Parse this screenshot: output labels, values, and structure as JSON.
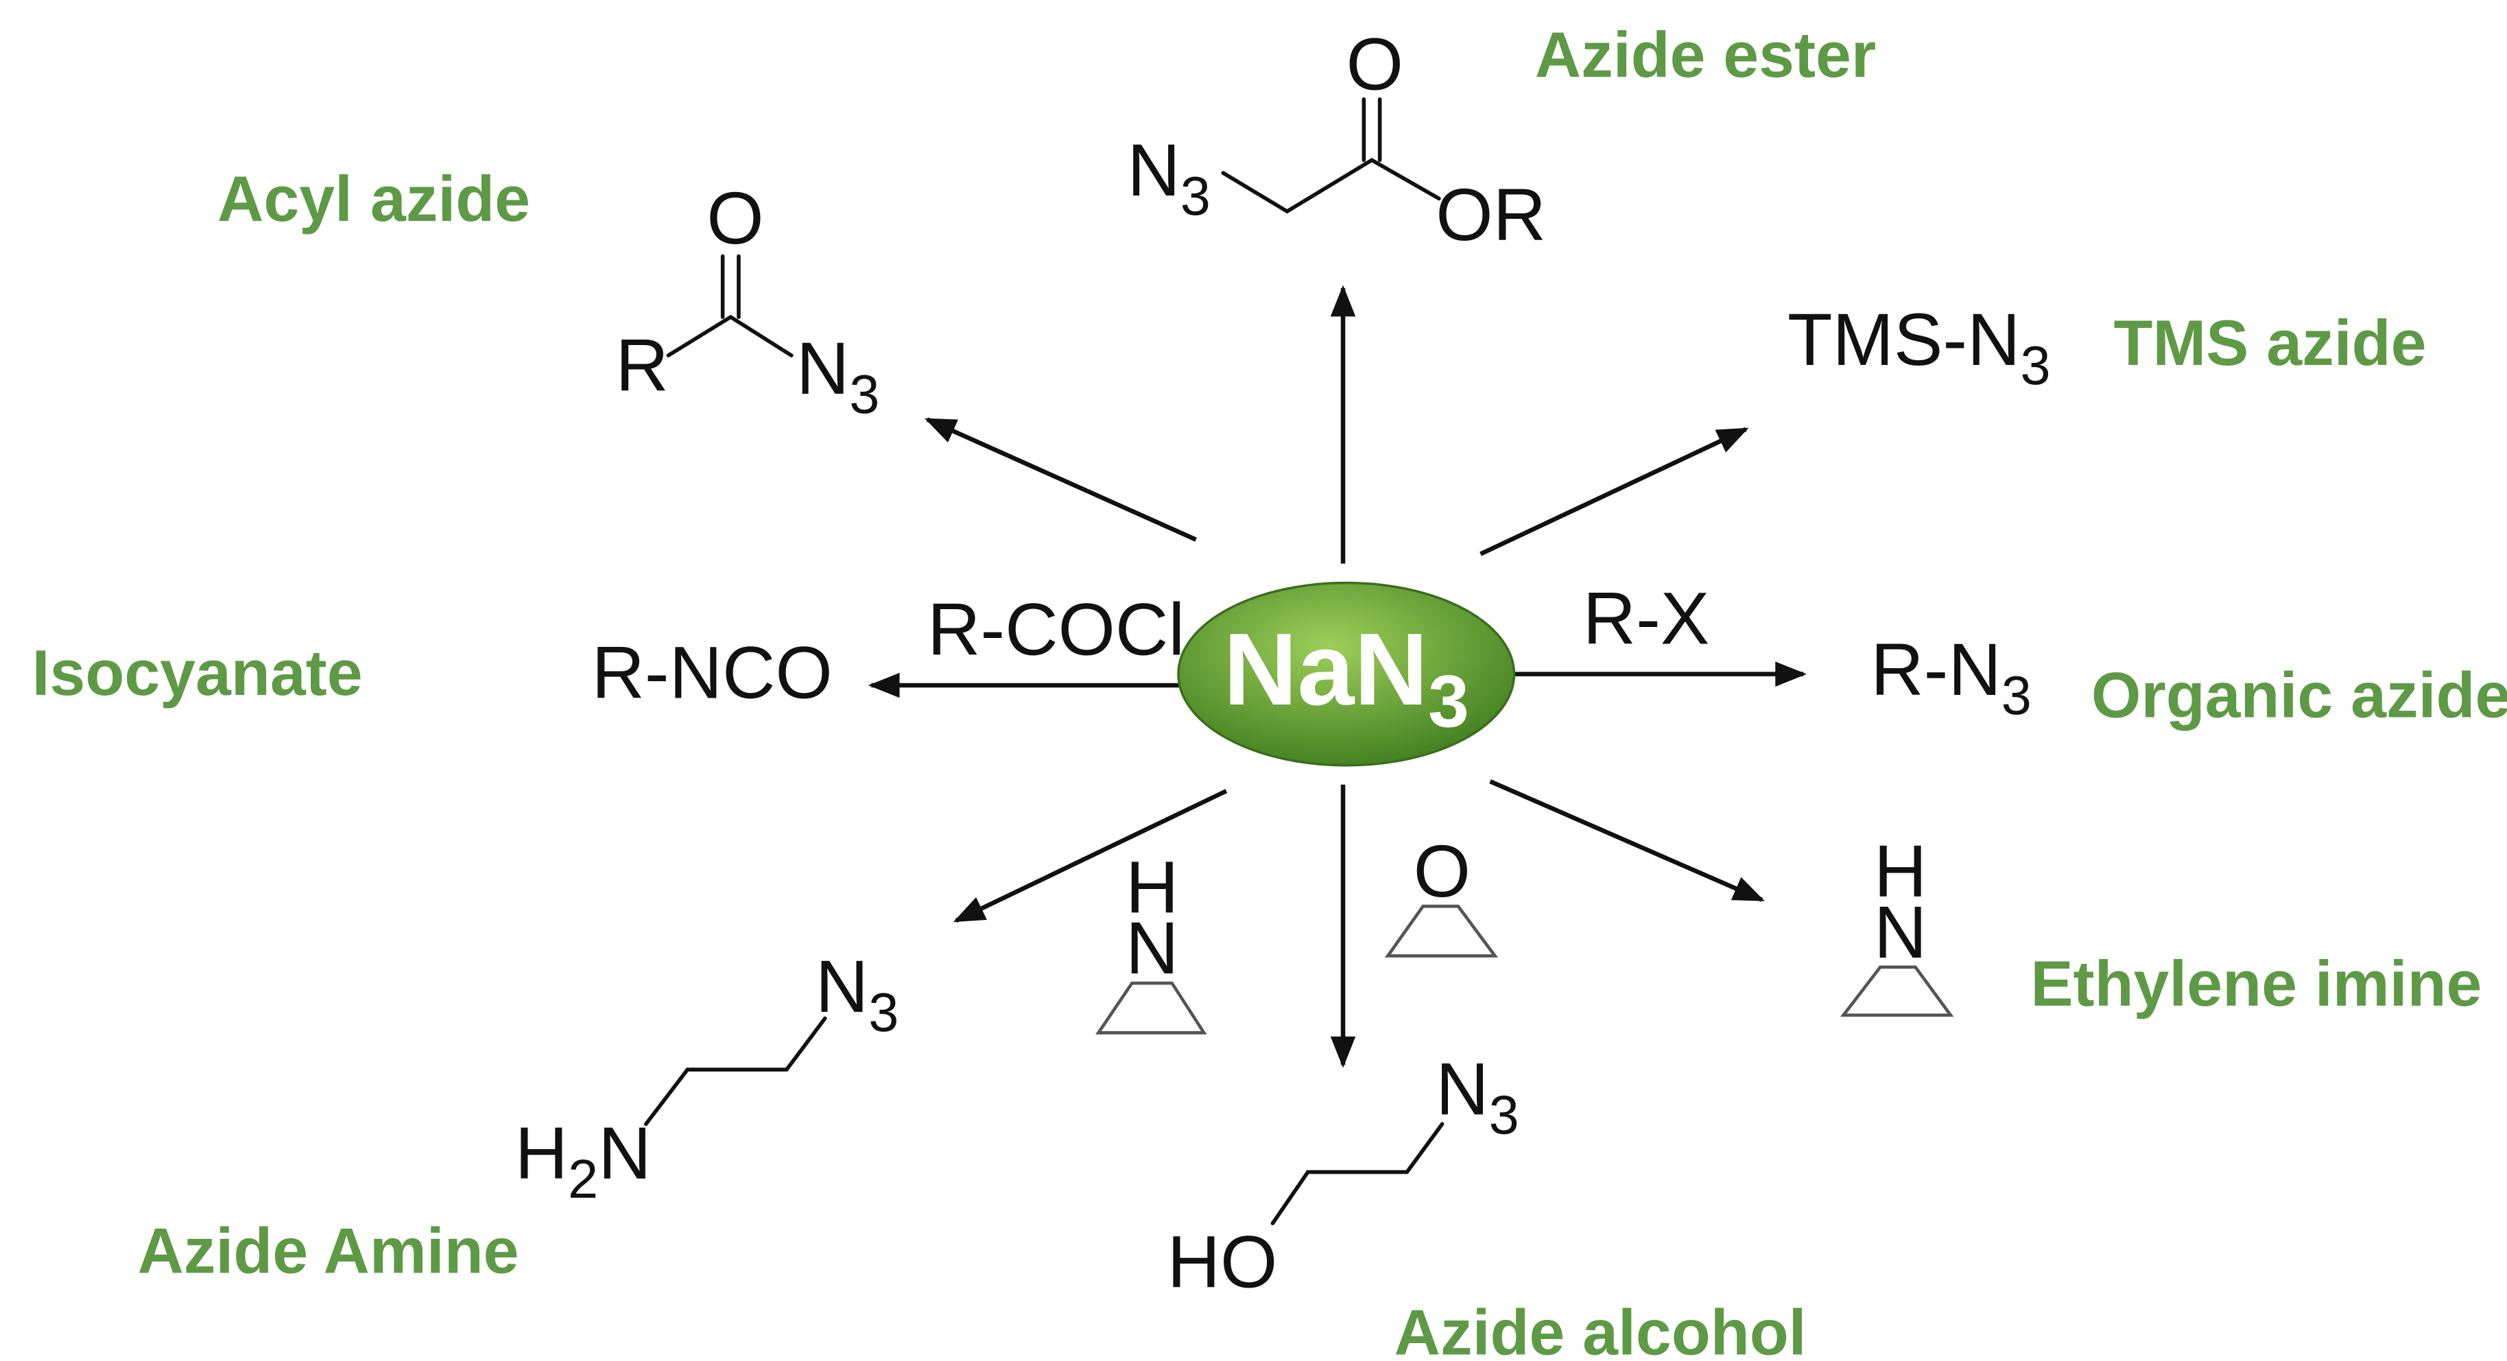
{
  "center": {
    "label": "NaN",
    "subscript": "3",
    "color_light": "#9dce5a",
    "color_dark": "#3f7d1e"
  },
  "label_color": "#5e9a45",
  "reagents": {
    "right": "R-X",
    "left": "R-COCl"
  },
  "products": {
    "azide_ester": {
      "label": "Azide ester",
      "atom_n": "N",
      "atom_n_sub": "3",
      "atom_o": "O",
      "group_or": "OR"
    },
    "acyl_azide": {
      "label": "Acyl azide",
      "atom_r": "R",
      "atom_o": "O",
      "atom_n": "N",
      "atom_n_sub": "3"
    },
    "tms_azide": {
      "label": "TMS azide",
      "formula": "TMS-N",
      "formula_sub": "3"
    },
    "isocyanate": {
      "label": "Isocyanate",
      "formula": "R-NCO"
    },
    "organic_azide": {
      "label": "Organic azide",
      "formula": "R-N",
      "formula_sub": "3"
    },
    "azide_amine": {
      "label": "Azide Amine",
      "atom_n": "N",
      "atom_n_sub": "3",
      "atom_h2n_h": "H",
      "atom_h2n_sub": "2",
      "atom_h2n_n": "N"
    },
    "azide_alcohol": {
      "label": "Azide alcohol",
      "atom_n": "N",
      "atom_n_sub": "3",
      "atom_ho": "HO"
    },
    "ethylene_imine": {
      "label": "Ethylene imine",
      "atom_h": "H",
      "atom_n": "N"
    }
  },
  "ring_reagents": {
    "aziridine_left": {
      "atom_h": "H",
      "atom_n": "N"
    },
    "epoxide": {
      "atom_o": "O"
    }
  }
}
